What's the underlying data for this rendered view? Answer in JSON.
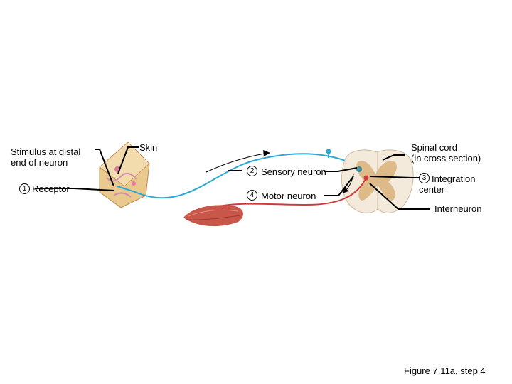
{
  "labels": {
    "stimulus": "Stimulus at distal\nend of neuron",
    "skin": "Skin",
    "receptor": "Receptor",
    "sensory_neuron": "Sensory neuron",
    "motor_neuron": "Motor neuron",
    "spinal_cord": "Spinal cord\n(in cross section)",
    "integration_center": "Integration\ncenter",
    "interneuron": "Interneuron"
  },
  "steps": {
    "receptor": "1",
    "sensory": "2",
    "integration": "3",
    "motor": "4"
  },
  "caption": "Figure 7.11a, step 4",
  "colors": {
    "sensory_neuron": "#2aa8d8",
    "motor_neuron": "#d23a3a",
    "muscle": "#c8574a",
    "spinal_gray": "#d9b27a",
    "spinal_white": "#f3eadb",
    "skin_block": "#e9c98e"
  }
}
